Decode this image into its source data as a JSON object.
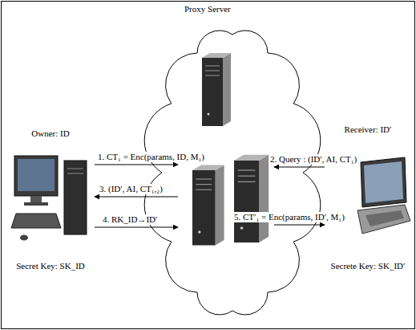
{
  "diagram": {
    "nodes": [
      {
        "text": [
          "Owner: ID",
          "Secret Key: SK_ID"
        ]
      },
      {
        "text": [
          "Proxy Server"
        ]
      },
      {
        "text": [
          "Receiver: ID′",
          "Secrete Key: SK_ID′"
        ]
      }
    ],
    "edges": [
      {
        "from": 0,
        "to": 1,
        "arrow": "to",
        "label": "1. CT₁ = Enc(params, ID, M₁)"
      },
      {
        "from": 2,
        "to": 1,
        "arrow": "to",
        "label": "2. Query : (ID′, AI, CT₁)"
      },
      {
        "from": 1,
        "to": 0,
        "arrow": "to",
        "label": "3. (ID′, AI, CT₁,₂)"
      },
      {
        "from": 0,
        "to": 1,
        "arrow": "to",
        "label": "4. RK_ID→ID′"
      },
      {
        "from": 1,
        "to": 2,
        "arrow": "to",
        "label": "5. CT′₁ = Enc(params, ID′, M₁)"
      }
    ]
  }
}
